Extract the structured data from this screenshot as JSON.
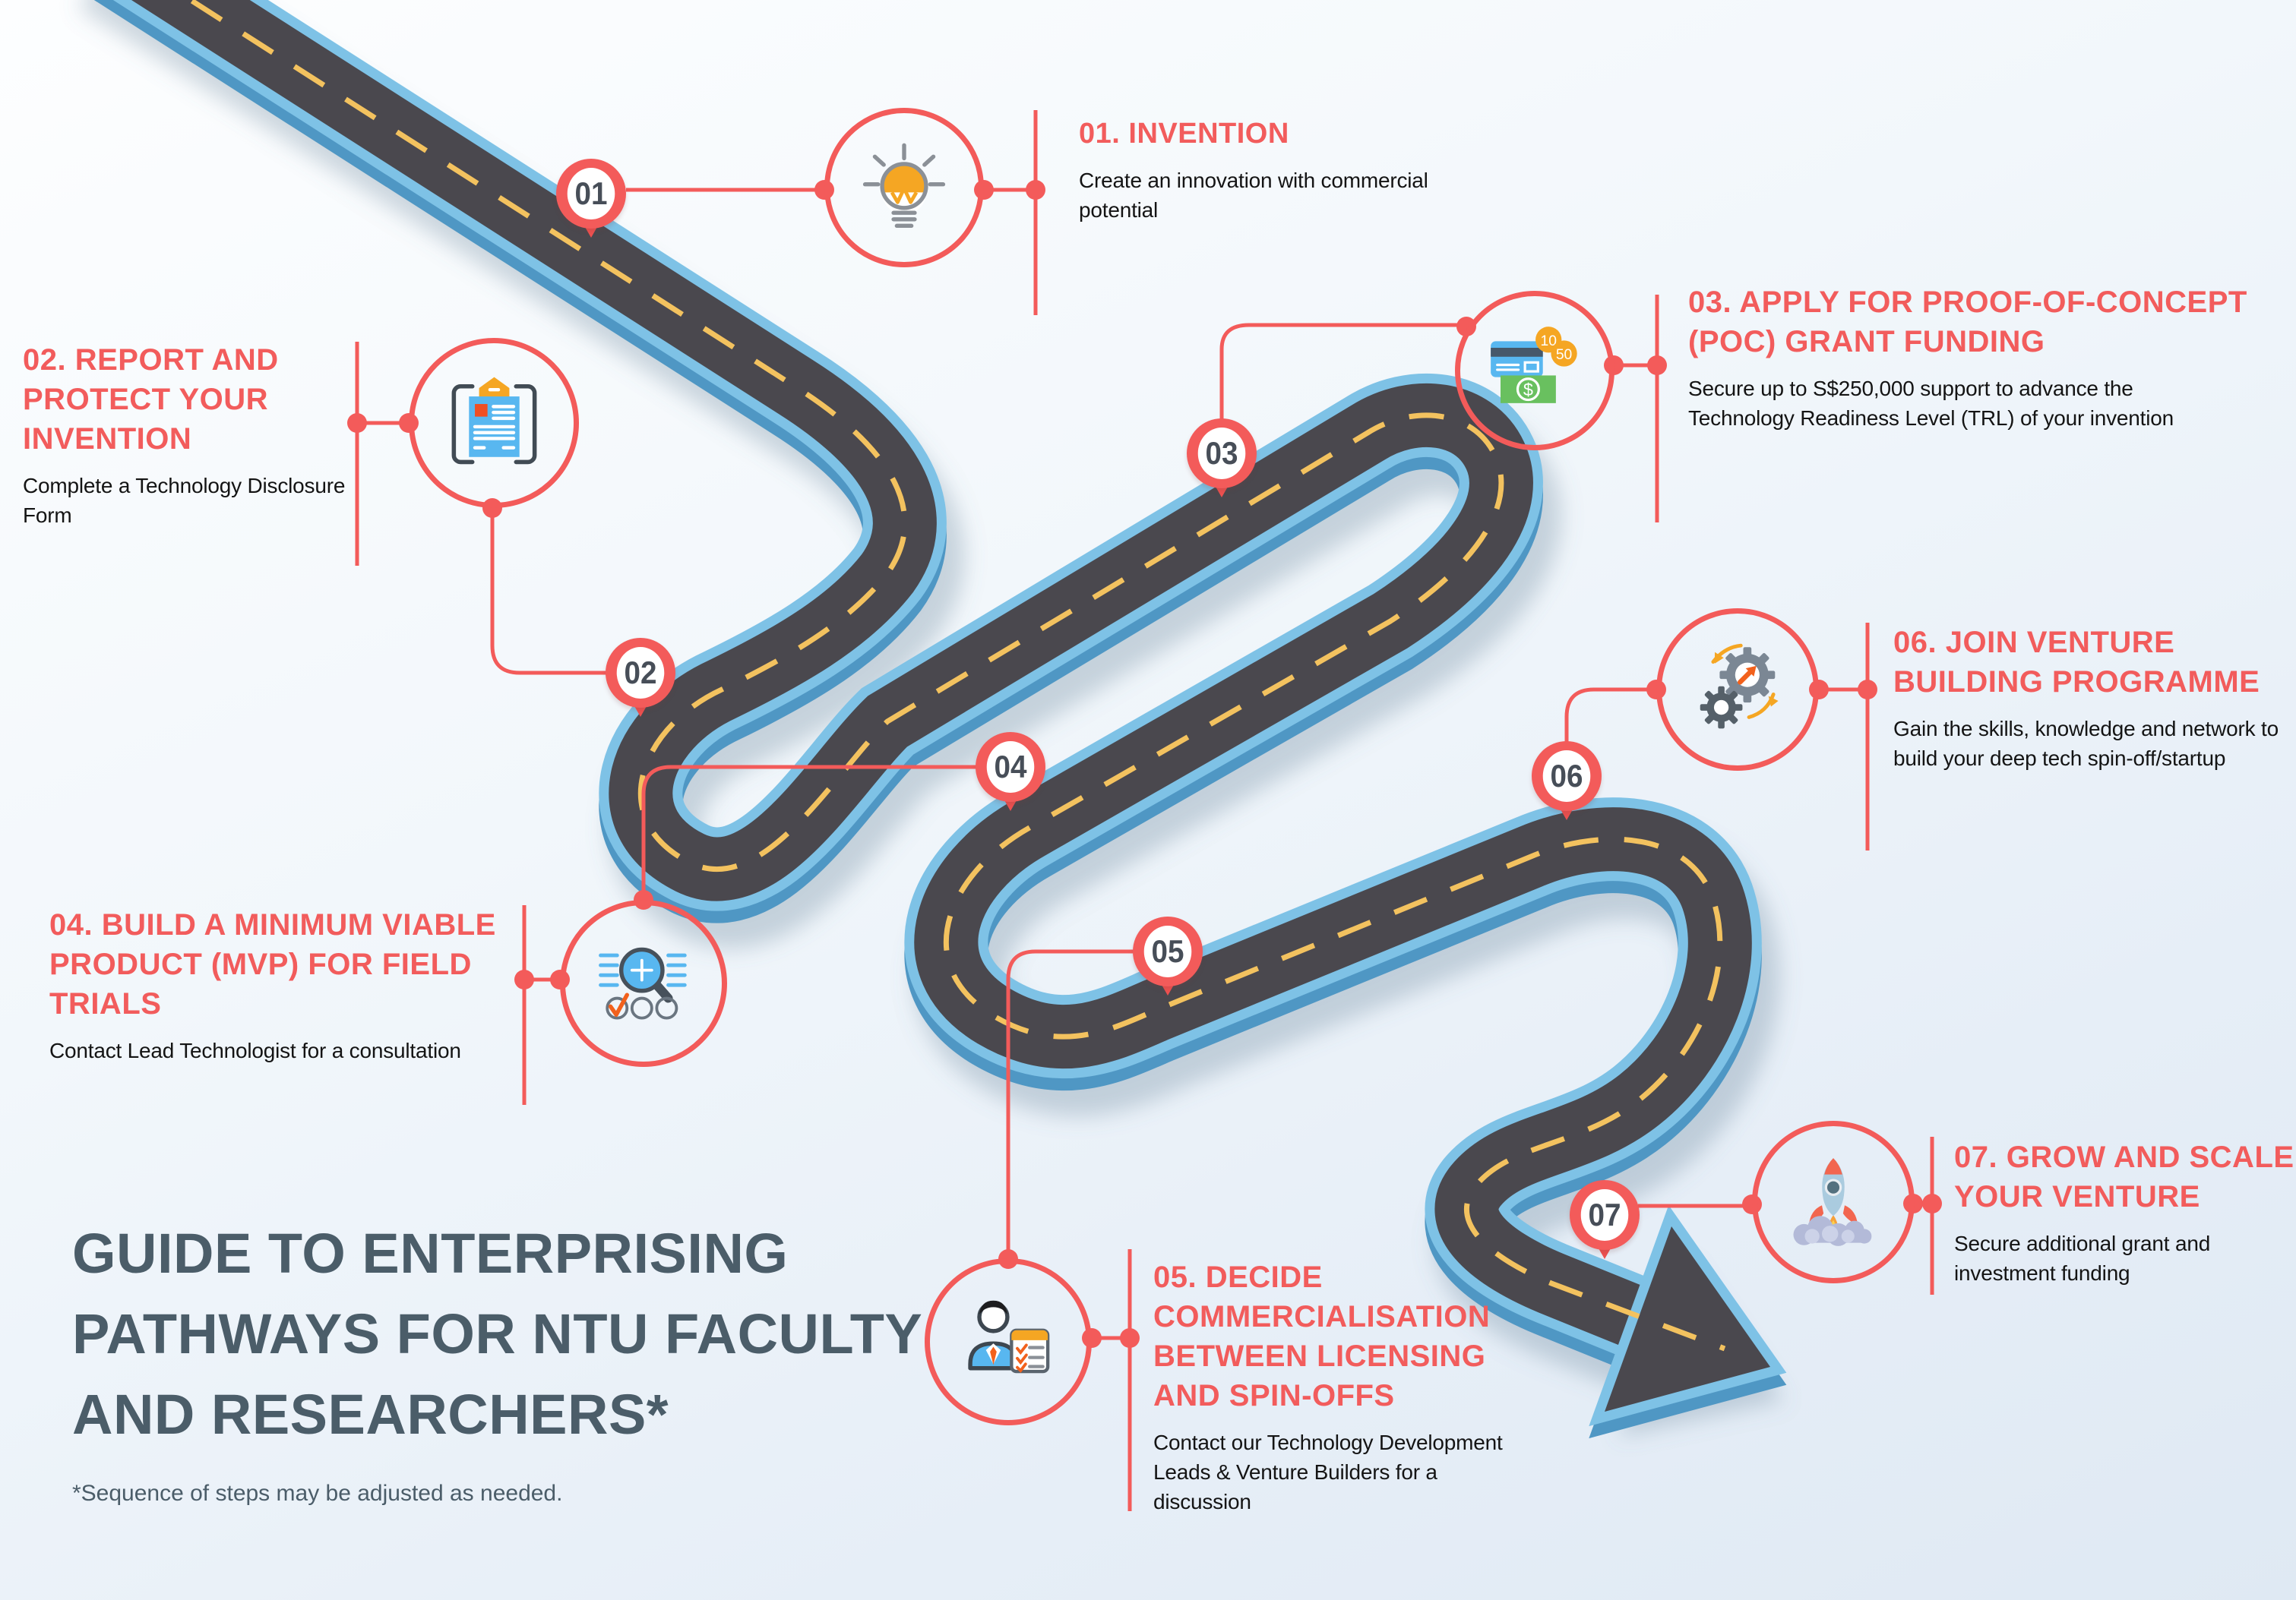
{
  "main_title": {
    "text": "GUIDE TO ENTERPRISING\nPATHWAYS FOR NTU FACULTY\nAND RESEARCHERS*",
    "footnote": "*Sequence of steps may be adjusted as needed."
  },
  "colors": {
    "accent": "#f35b5a",
    "heading": "#4b5d69",
    "road": "#4a484e",
    "road_edge_light": "#7ec2e6",
    "road_edge_dark": "#4f97c4",
    "lane_dash": "#f3c25f",
    "body_text": "#141414"
  },
  "steps": [
    {
      "marker": "01",
      "icon": "lightbulb-icon",
      "title": "01. INVENTION",
      "description": "Create an innovation with commercial\npotential"
    },
    {
      "marker": "02",
      "icon": "clipboard-icon",
      "title": "02. REPORT AND\nPROTECT YOUR\nINVENTION",
      "description": "Complete a Technology Disclosure\nForm"
    },
    {
      "marker": "03",
      "icon": "grant-funding-icon",
      "title": "03. APPLY FOR PROOF-OF-CONCEPT\n(POC) GRANT FUNDING",
      "description": "Secure up to S$250,000 support to advance the\nTechnology Readiness Level (TRL) of your invention"
    },
    {
      "marker": "04",
      "icon": "mvp-magnifier-icon",
      "title": "04. BUILD A MINIMUM VIABLE\nPRODUCT (MVP) FOR FIELD\nTRIALS",
      "description": "Contact Lead Technologist for a consultation"
    },
    {
      "marker": "05",
      "icon": "advisor-checklist-icon",
      "title": "05. DECIDE\nCOMMERCIALISATION\nBETWEEN LICENSING\nAND SPIN-OFFS",
      "description": "Contact our Technology Development\nLeads & Venture Builders for a\ndiscussion"
    },
    {
      "marker": "06",
      "icon": "venture-gears-icon",
      "title": "06. JOIN VENTURE\nBUILDING PROGRAMME",
      "description": "Gain the skills, knowledge and network to\nbuild your deep tech spin-off/startup"
    },
    {
      "marker": "07",
      "icon": "rocket-icon",
      "title": "07. GROW AND SCALE\nYOUR VENTURE",
      "description": "Secure additional grant and\ninvestment funding"
    }
  ],
  "icon_labels": {
    "coin_small": "10",
    "coin_large": "50",
    "dollar": "$"
  }
}
